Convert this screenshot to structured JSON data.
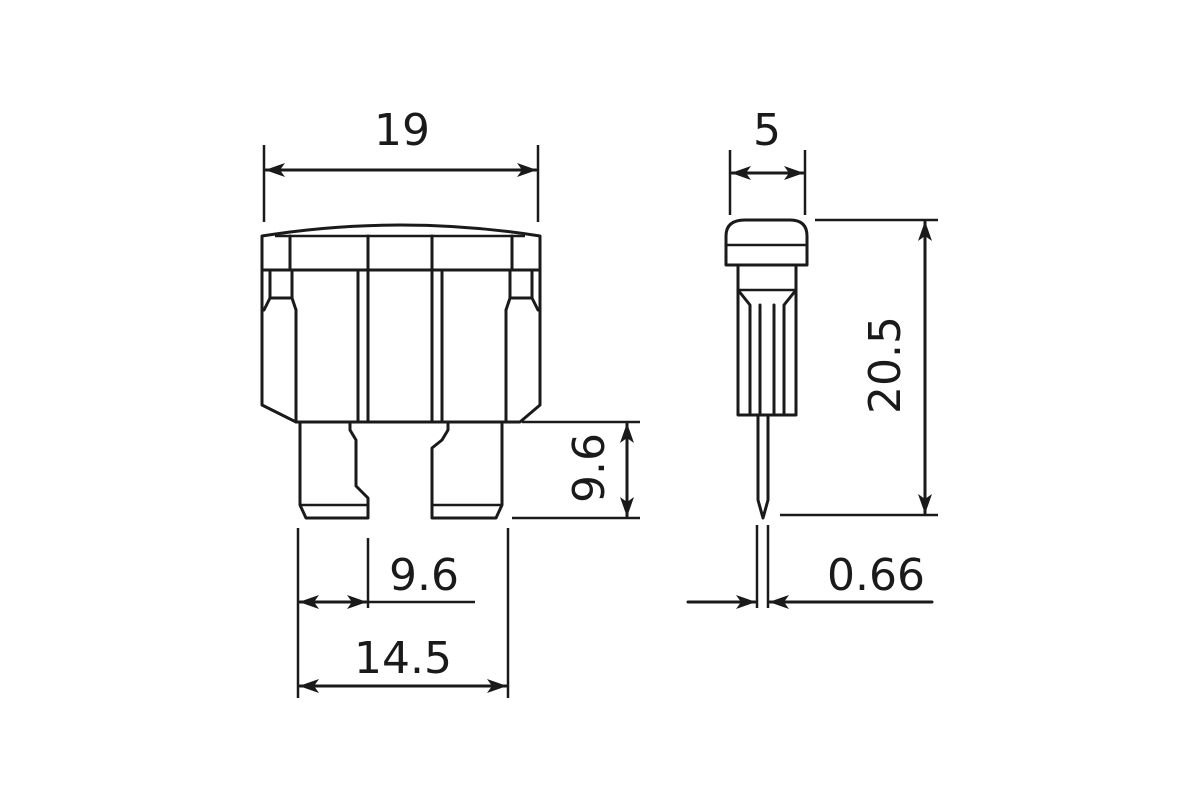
{
  "dimensions": {
    "front_width": "19",
    "blade_height": "9.6",
    "blade_gap": "9.6",
    "total_blade_span": "14.5",
    "side_thickness": "5",
    "side_height": "20.5",
    "pin_thickness": "0.66"
  },
  "colors": {
    "line": "#1a1a1a",
    "background": "#ffffff"
  }
}
